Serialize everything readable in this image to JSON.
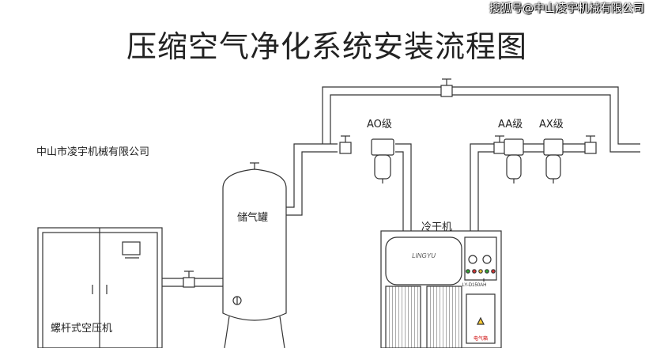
{
  "watermark": "搜狐号@中山凌宇机械有限公司",
  "title": "压缩空气净化系统安装流程图",
  "company": "中山市凌宇机械有限公司",
  "labels": {
    "compressor": "螺杆式空压机",
    "tank": "储气罐",
    "dryer": "冷干机",
    "filter_ao": "AO级",
    "filter_aa": "AA级",
    "filter_ax": "AX级"
  },
  "dryer_panel": {
    "brand": "LINGYU",
    "model": "LY-D150AH",
    "warning": "电气箱"
  },
  "colors": {
    "line": "#333333",
    "pipe_fill": "#ffffff",
    "text": "#222222"
  }
}
